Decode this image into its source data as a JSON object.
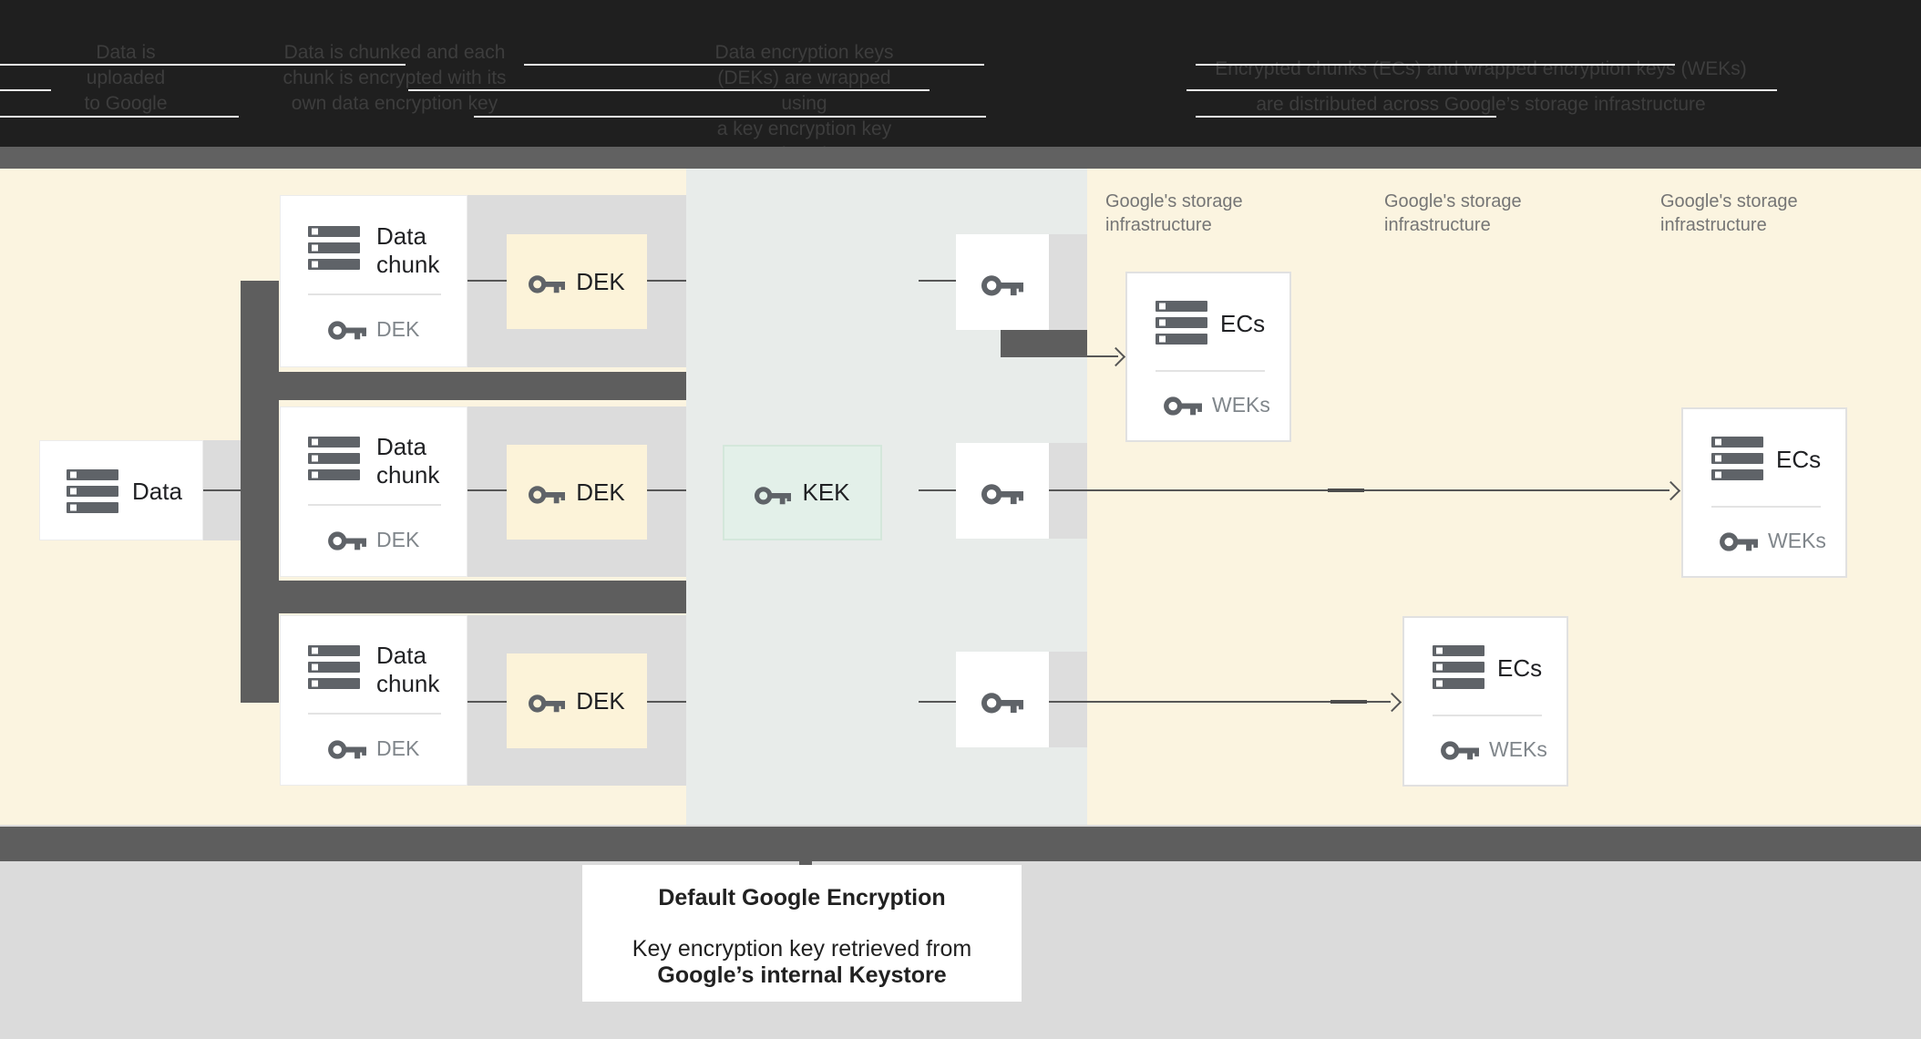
{
  "header": {
    "col1": {
      "lines": [
        "Data is",
        "uploaded",
        "to Google"
      ]
    },
    "col2": {
      "lines": [
        "Data is chunked and each",
        "chunk is encrypted with its",
        "own data encryption key"
      ]
    },
    "col3": {
      "lines": [
        "Data encryption keys",
        "(DEKs) are wrapped using",
        "a key encryption key (KEK)"
      ]
    },
    "col4": {
      "lines": [
        "Encrypted chunks (ECs) and wrapped encryption keys (WEKs)",
        "are distributed across Google’s storage infrastructure"
      ]
    }
  },
  "diagram": {
    "data_box": {
      "label": "Data"
    },
    "chunks": [
      {
        "title_line1": "Data",
        "title_line2": "chunk",
        "key_label": "DEK"
      },
      {
        "title_line1": "Data",
        "title_line2": "chunk",
        "key_label": "DEK"
      },
      {
        "title_line1": "Data",
        "title_line2": "chunk",
        "key_label": "DEK"
      }
    ],
    "dek_boxes": [
      {
        "label": "DEK"
      },
      {
        "label": "DEK"
      },
      {
        "label": "DEK"
      }
    ],
    "kek_box": {
      "label": "KEK"
    },
    "storage_labels": [
      {
        "line1": "Google's storage",
        "line2": "infrastructure"
      },
      {
        "line1": "Google's storage",
        "line2": "infrastructure"
      },
      {
        "line1": "Google's storage",
        "line2": "infrastructure"
      }
    ],
    "ecs_boxes": [
      {
        "title": "ECs",
        "key_label": "WEKs"
      },
      {
        "title": "ECs",
        "key_label": "WEKs"
      },
      {
        "title": "ECs",
        "key_label": "WEKs"
      }
    ]
  },
  "caption": {
    "title": "Default Google Encryption",
    "line1": "Key encryption key retrieved from",
    "line2": "Google’s internal Keystore"
  },
  "colors": {
    "cream": "#fbf4e0",
    "dek_fill": "#fcf3d9",
    "kek_fill": "#e3f0e9",
    "middle_zone": "#e8ecea",
    "dark_bar": "#5e5e5e",
    "header_bg": "#1f1f1f",
    "bottom_bg": "#dbdbdb",
    "icon_gray": "#5f6368"
  }
}
